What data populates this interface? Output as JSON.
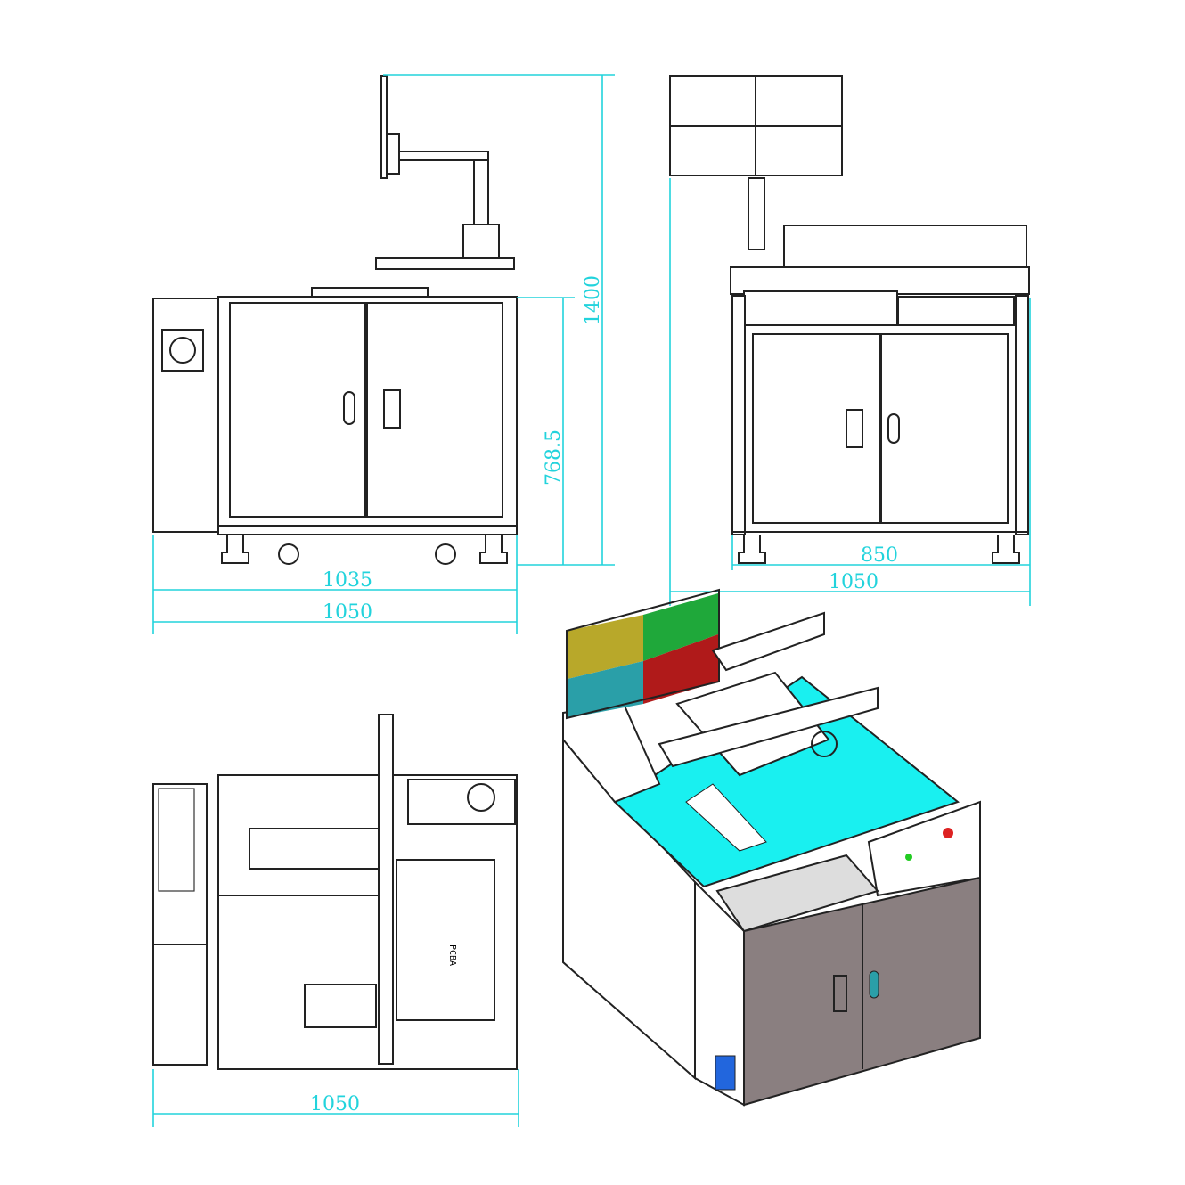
{
  "title": "Machine dimension drawing",
  "colors": {
    "dimension": "#22d3dc",
    "table_top": "#19f0f0",
    "cabinet": "#8a7f80",
    "screen": [
      "#b8a82a",
      "#1fa83a",
      "#2a9fa8",
      "#b01a1a"
    ]
  },
  "dimensions": {
    "front_height_total": "1400",
    "front_height_cabinet": "768.5",
    "front_width_inner": "1035",
    "front_width_outer": "1050",
    "side_width_inner": "850",
    "side_width_outer": "1050",
    "top_width": "1050"
  }
}
